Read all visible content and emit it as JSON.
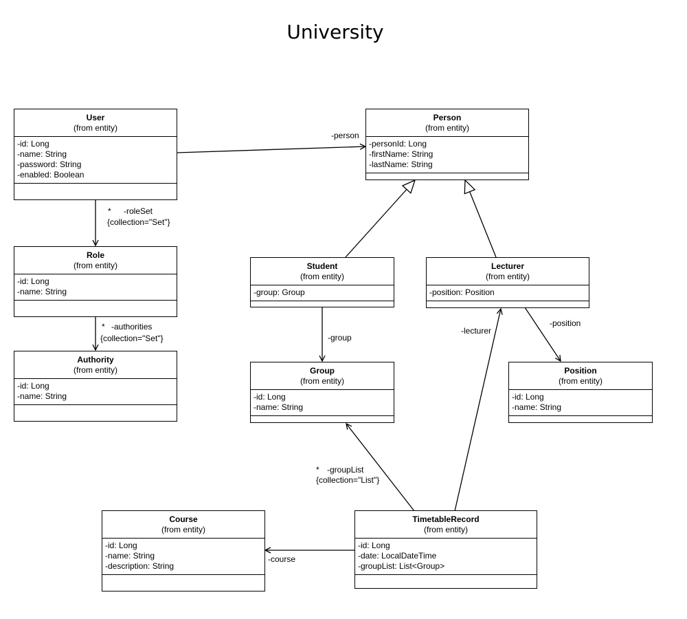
{
  "title": "University",
  "classes": {
    "user": {
      "name": "User",
      "stereotype": "(from entity)",
      "attributes": [
        "-id: Long",
        "-name: String",
        "-password: String",
        "-enabled: Boolean"
      ]
    },
    "role": {
      "name": "Role",
      "stereotype": "(from entity)",
      "attributes": [
        "-id: Long",
        "-name: String"
      ]
    },
    "authority": {
      "name": "Authority",
      "stereotype": "(from entity)",
      "attributes": [
        "-id: Long",
        "-name: String"
      ]
    },
    "person": {
      "name": "Person",
      "stereotype": "(from entity)",
      "attributes": [
        "-personId: Long",
        "-firstName: String",
        "-lastName: String"
      ]
    },
    "student": {
      "name": "Student",
      "stereotype": "(from entity)",
      "attributes": [
        "-group: Group"
      ]
    },
    "lecturer": {
      "name": "Lecturer",
      "stereotype": "(from entity)",
      "attributes": [
        "-position: Position"
      ]
    },
    "group": {
      "name": "Group",
      "stereotype": "(from entity)",
      "attributes": [
        "-id: Long",
        "-name: String"
      ]
    },
    "position": {
      "name": "Position",
      "stereotype": "(from entity)",
      "attributes": [
        "-id: Long",
        "-name: String"
      ]
    },
    "course": {
      "name": "Course",
      "stereotype": "(from entity)",
      "attributes": [
        "-id: Long",
        "-name: String",
        "-description: String"
      ]
    },
    "timetable": {
      "name": "TimetableRecord",
      "stereotype": "(from entity)",
      "attributes": [
        "-id: Long",
        "-date: LocalDateTime",
        "-groupList: List<Group>"
      ]
    }
  },
  "relations": {
    "person": {
      "role": "-person"
    },
    "roleSet": {
      "multiplicity": "*",
      "role": "-roleSet",
      "constraint": "{collection=\"Set\"}"
    },
    "authorities": {
      "multiplicity": "*",
      "role": "-authorities",
      "constraint": "{collection=\"Set\"}"
    },
    "group": {
      "role": "-group"
    },
    "position": {
      "role": "-position"
    },
    "lecturer": {
      "role": "-lecturer"
    },
    "groupList": {
      "multiplicity": "*",
      "role": "-groupList",
      "constraint": "{collection=\"List\"}"
    },
    "course": {
      "role": "-course"
    }
  }
}
